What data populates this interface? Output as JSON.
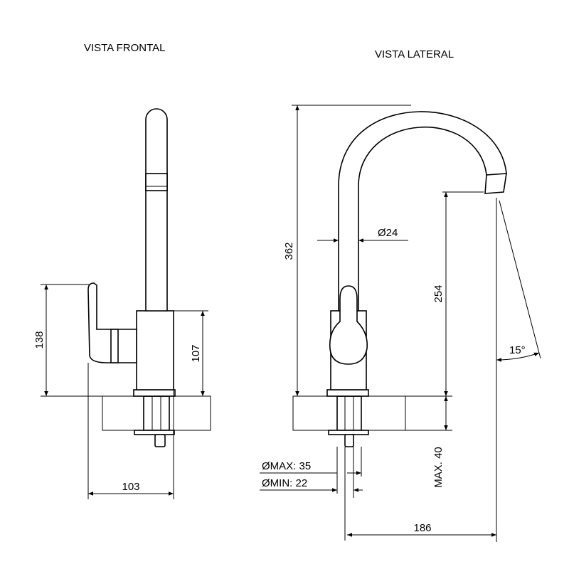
{
  "views": {
    "front": {
      "title": "VISTA FRONTAL"
    },
    "side": {
      "title": "VISTA LATERAL"
    }
  },
  "dimensions": {
    "front_total_height": "138",
    "front_body_height": "107",
    "front_depth": "103",
    "side_total_height": "362",
    "spout_diameter": "Ø24",
    "spout_clearance": "254",
    "spout_angle": "15°",
    "max_counter_thickness": "MAX. 40",
    "hole_max": "ØMAX: 35",
    "hole_min": "ØMIN: 22",
    "reach": "186"
  },
  "colors": {
    "line": "#000000",
    "background": "#ffffff"
  }
}
